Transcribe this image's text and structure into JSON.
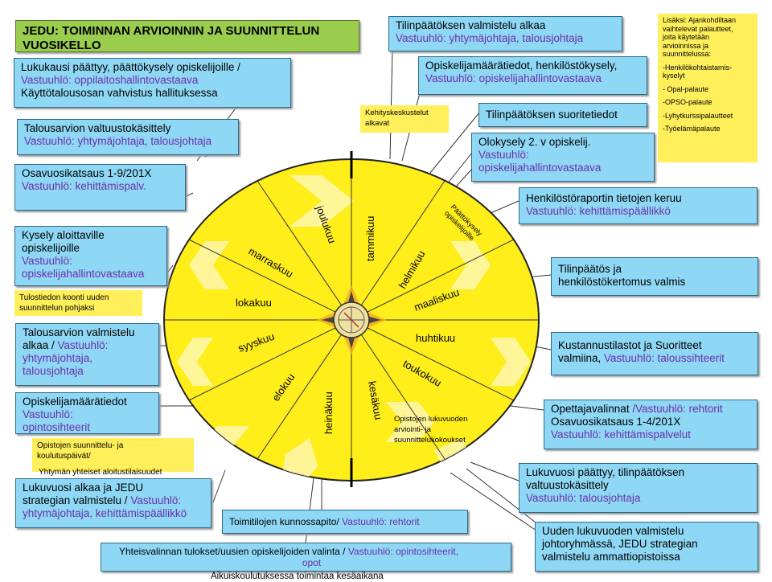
{
  "title": "JEDU: TOIMINNAN ARVIOINNIN JA SUUNNITTELUN VUOSIKELLO",
  "months": [
    {
      "name": "tammikuu"
    },
    {
      "name": "helmikuu"
    },
    {
      "name": "maaliskuu"
    },
    {
      "name": "huhtikuu"
    },
    {
      "name": "toukokuu"
    },
    {
      "name": "kesäkuu"
    },
    {
      "name": "heinäkuu"
    },
    {
      "name": "elokuu"
    },
    {
      "name": "syyskuu"
    },
    {
      "name": "lokakuu"
    },
    {
      "name": "marraskuu"
    },
    {
      "name": "joulukuu"
    }
  ],
  "wheel_labels": {
    "paattokysely": [
      "Päättökysely",
      "opiskelijoille"
    ],
    "opistojen": [
      "Opistojen lukuvuoden",
      "arviointi- ja",
      "suunnittelukokoukset"
    ]
  },
  "boxes": {
    "lukukausi": {
      "l1": "Lukukausi päättyy, päättökysely opiskelijoille /",
      "l2": "Vastuuhlö: oppilaitoshallintovastaava",
      "l3": "Käyttötalousosan vahvistus hallituksessa"
    },
    "talousarvio_kasittely": {
      "l1": "Talousarvion valtuustokäsittely",
      "l2": "Vastuuhlö: yhtymäjohtaja, talousjohtaja"
    },
    "osavuosikatsaus_9": {
      "l1": "Osavuosikatsaus 1-9/201X",
      "l2": "Vastuuhlö: kehittämispalv."
    },
    "kysely_aloittaville": {
      "l1": "Kysely aloittaville",
      "l2": "opiskelijoille",
      "l3": "Vastuuhlö:",
      "l4": "opiskelijahallintovastaava"
    },
    "talousarvio_valmistelu": {
      "l1": "Talousarvion valmistelu",
      "l2a": "alkaa / ",
      "l2b": "Vastuuhlö:",
      "l3": "yhtymäjohtaja,",
      "l4": "talousjohtaja"
    },
    "opiskelijamaara_left": {
      "l1": "Opiskelijamäärätiedot",
      "l2": "Vastuuhlö:",
      "l3": "opintosihteerit"
    },
    "lukuvuosi_alkaa": {
      "l1": "Lukuvuosi alkaa ja  JEDU",
      "l2a": "strategian valmistelu / ",
      "l2b": "Vastuuhlö:",
      "l3": "yhtymäjohtaja, kehittämispäällikkö"
    },
    "toimitilojen": {
      "l1a": "Toimitilojen kunnossapito/ ",
      "l1b": "Vastuuhlö: rehtorit"
    },
    "yhteisvalinnan": {
      "l1a": "Yhteisvalinnan  tulokset/uusien opiskelijoiden valinta  / ",
      "l1b": "Vastuuhlö: opintosihteerit,",
      "l2": "opot"
    },
    "tilinpaatos_alkaa": {
      "l1": "Tilinpäätöksen valmistelu alkaa",
      "l2": "Vastuuhlö: yhtymäjohtaja, talousjohtaja"
    },
    "opiskelijamaara_right": {
      "l1": "Opiskelijamäärätiedot, henkilöstökysely,",
      "l2": "Vastuuhlö: opiskelijahallintovastaava"
    },
    "suoritetiedot": {
      "l1": "Tilinpäätöksen suoritetiedot"
    },
    "olokysely": {
      "l1": "Olokysely 2. v opiskelij.",
      "l2": "Vastuuhlö:",
      "l3": "opiskelijahallintovastaava"
    },
    "henkilostoraportti": {
      "l1": "Henkilöstöraportin tietojen keruu",
      "l2": "Vastuuhlö: kehittämispäällikkö"
    },
    "tilinpaatos_valmis": {
      "l1": "Tilinpäätös ja",
      "l2": "henkilöstökertomus valmis"
    },
    "kustannustilastot": {
      "l1": "Kustannustilastot ja Suoritteet",
      "l2a": "valmiina, ",
      "l2b": "Vastuuhlö: taloussihteerit"
    },
    "opettajavalinnat": {
      "l1a": "Opettajavalinnat ",
      "l1b": "/Vastuuhlö: rehtorit",
      "l2": "Osavuosikatsaus 1-4/201X",
      "l3": "Vastuuhlö: kehittämispalvelut"
    },
    "lukuvuosi_paattyy": {
      "l1": "Lukuvuosi päättyy, tilinpäätöksen",
      "l2": "valtuustokäsittely",
      "l3": "Vastuuhlö: talousjohtaja"
    },
    "uuden_lukuvuoden": {
      "l1": "Uuden lukuvuoden valmistelu",
      "l2": "johtoryhmässä, JEDU strategian",
      "l3": "valmistelu ammattiopistoissa"
    }
  },
  "notes": {
    "lisaksi": [
      "Lisäksi: Ajankohdiltaan",
      "vaihtelevat palautteet,",
      "joita käytetään",
      "arvioinnissa ja",
      "suunnittelussa:",
      "",
      "-Henkilökohtaistamis-",
      "kyselyt",
      "",
      "- Opal-palaute",
      "",
      "-OPSO-palaute",
      "",
      "-Lyhytkurssipalautteet",
      "",
      "-Työelämäpalaute"
    ],
    "kehityskeskustelut": [
      "Kehityskeskustelut",
      "alkavat"
    ],
    "tulostiedon": [
      "Tulostiedon koonti uuden",
      "suunnittelun pohjaksi"
    ],
    "opistojen_suunnittelu": [
      "Opistojen suunnittelu- ja",
      "koulutuspäivät/"
    ],
    "yhtyman_yhteiset": "Yhtymän yhteiset aloitustilaisuudet",
    "aikuiskoulutus": "Aikuiskoulutuksessa toimintaa kesäaikana"
  },
  "colors": {
    "wheel": "#ffee1a",
    "wheel_border": "#222222",
    "box": "#8fd8f5",
    "note": "#ffef5a",
    "title": "#9acd4e",
    "responsible": "#6b2fa8"
  }
}
